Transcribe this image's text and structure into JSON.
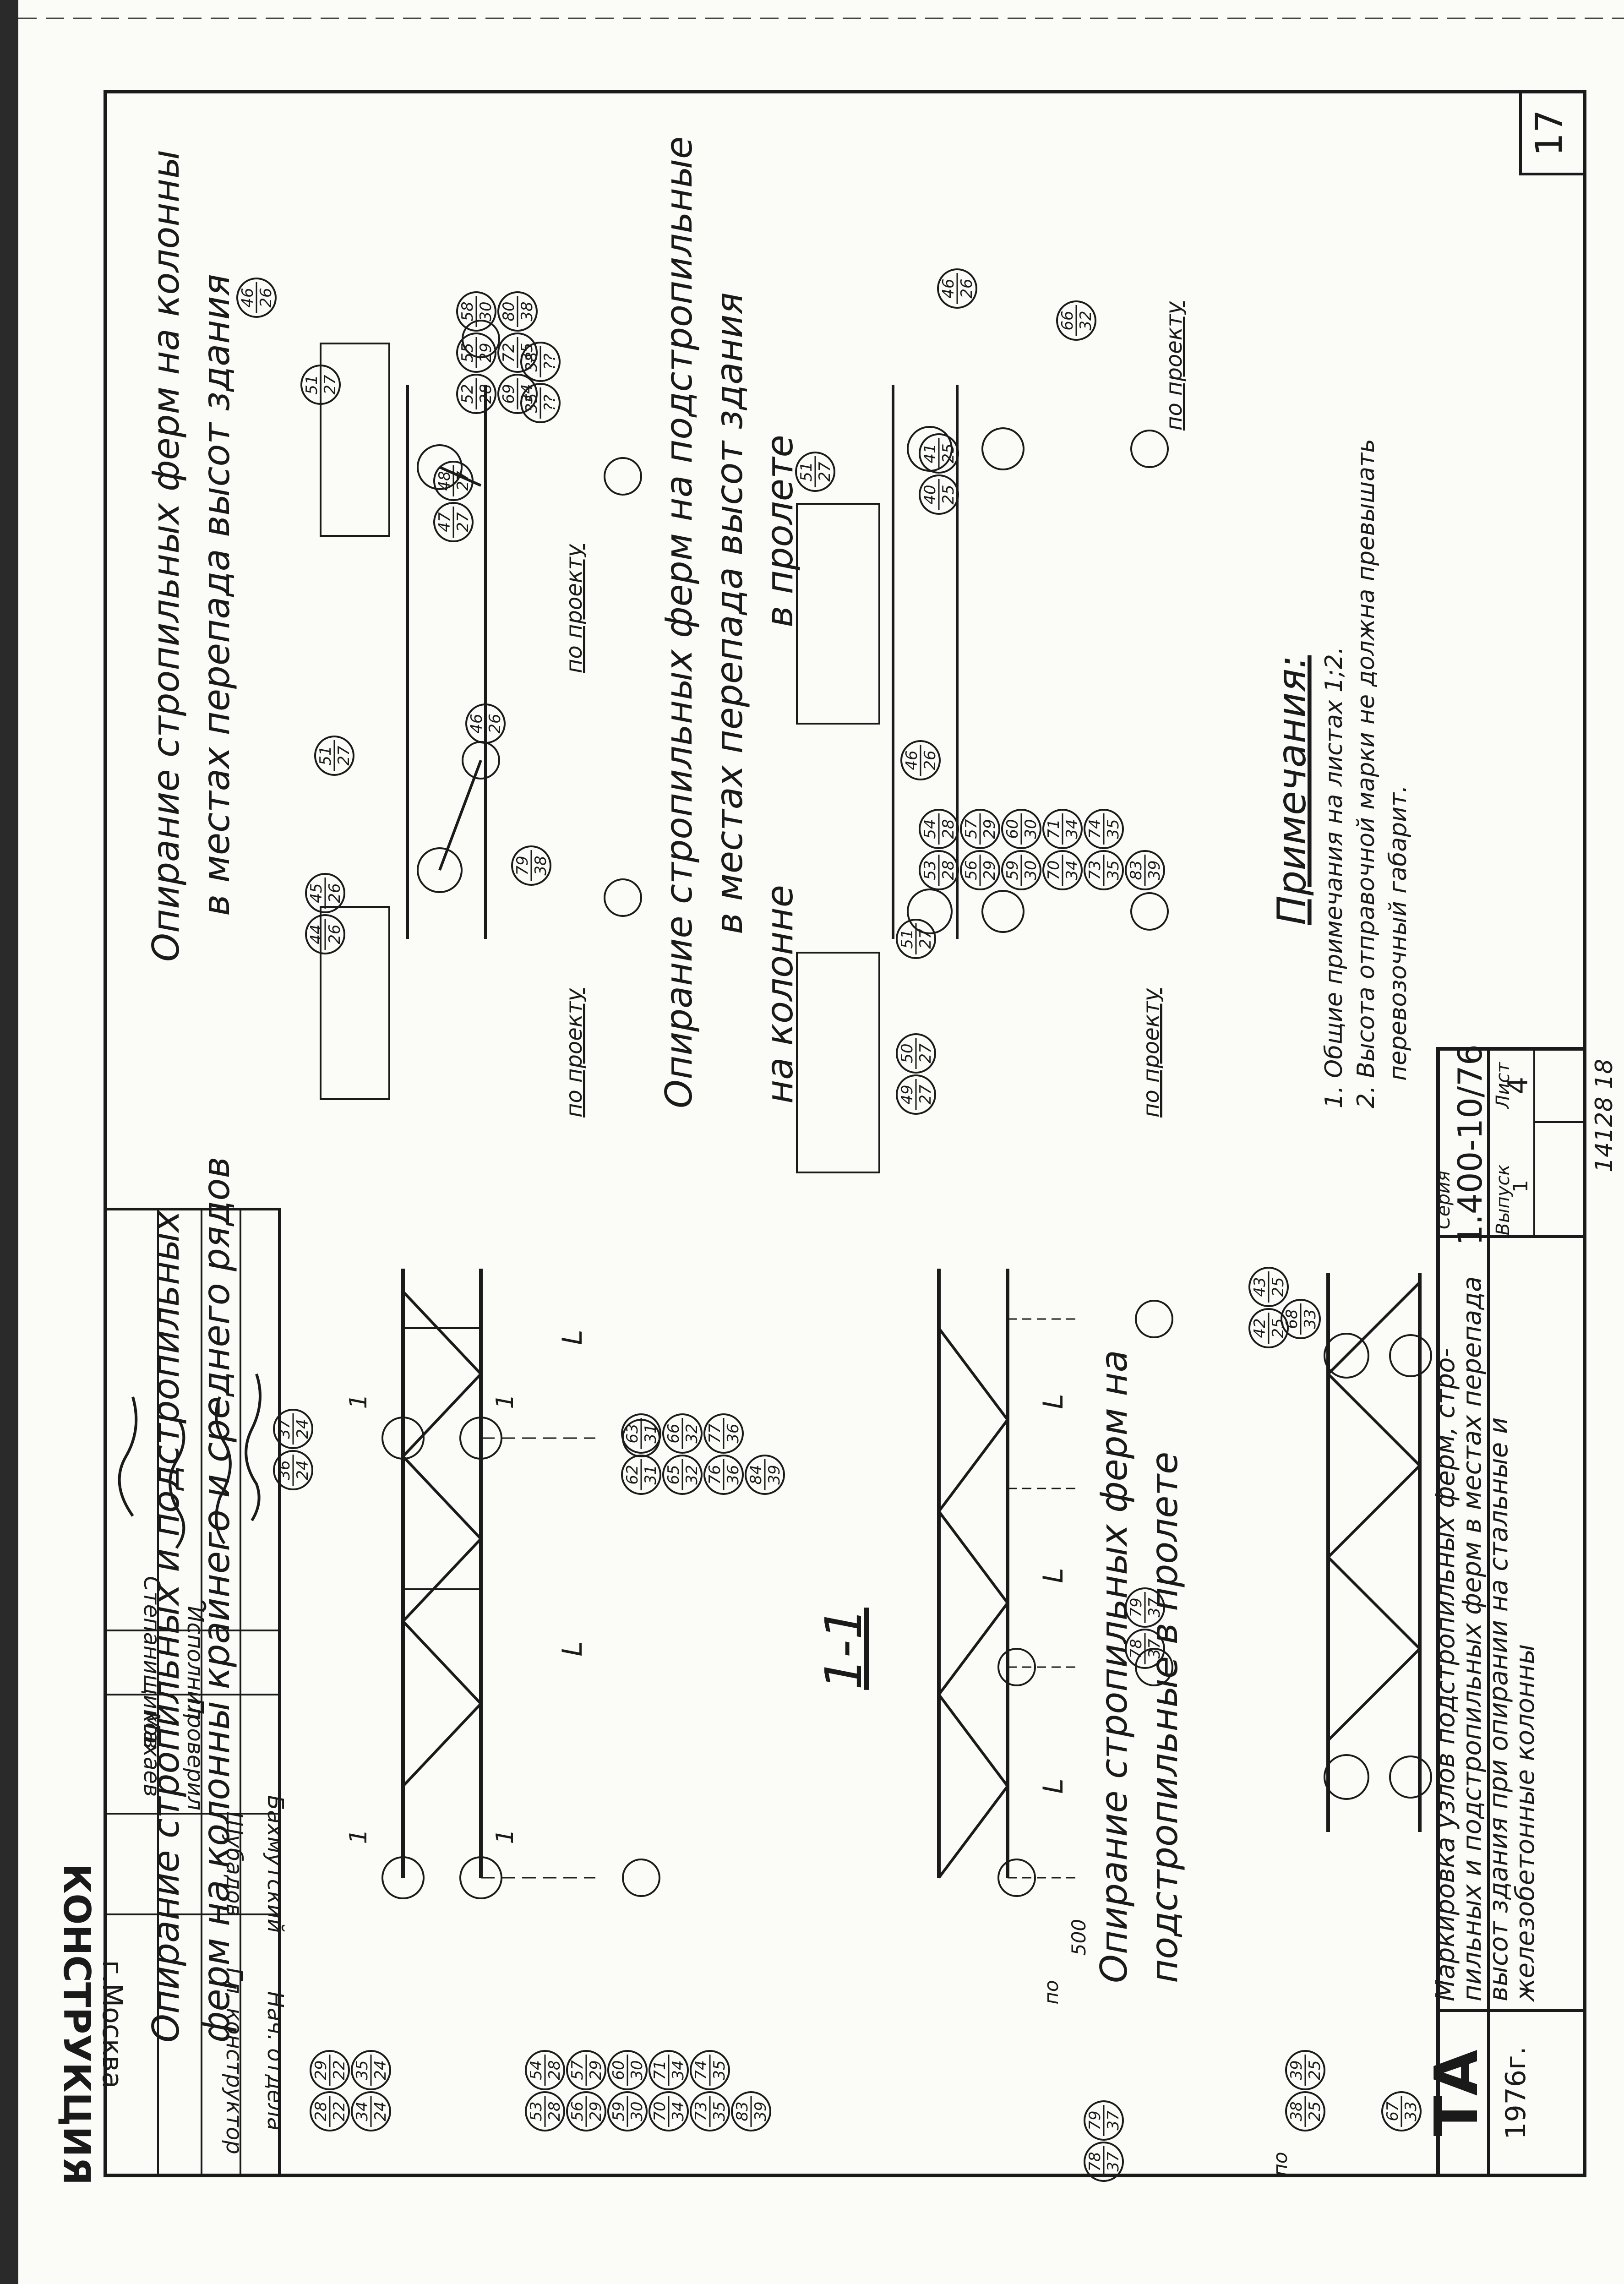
{
  "sheet": {
    "page_number": "17",
    "bottom_numbers": "14128 18"
  },
  "title_block": {
    "org_short": "ТА",
    "year": "1976г.",
    "series_label": "Серия",
    "series_value": "1.400-10/76",
    "issue_label": "Выпуск",
    "issue_value": "1",
    "sheet_label": "Лист",
    "sheet_value": "4",
    "title_lines": [
      "Маркировка узлов подстропильных ферм, стро-",
      "пильных и подстропильных ферм в местах перепада",
      "высот здания при опирании на стальные и",
      "железобетонные колонны"
    ]
  },
  "side_stamp": {
    "org": "КОНСТРУКЦИЯ",
    "city": "г.Москва",
    "rows": [
      {
        "role": "Нач. отдела",
        "name": "Бахмутский"
      },
      {
        "role": "Гл. конструктор",
        "name": "Шубадов"
      },
      {
        "role": "Проверил",
        "name": "Исполнил"
      },
      {
        "role": "Махаев",
        "name": "Степанищиков"
      }
    ]
  },
  "headings": {
    "left_top": [
      "Опирание стропильных и подстропильных",
      "ферм на колонны крайнего и среднего рядов"
    ],
    "section": "1-1",
    "left_bottom": [
      "Опирание стропильных ферм на",
      "подстропильные в пролете"
    ],
    "right_top": [
      "Опирание стропильных ферм на колонны",
      "в местах перепада высот здания"
    ],
    "right_mid": [
      "Опирание стропильных ферм на подстропильные",
      "в местах перепада высот здания",
      "на колонне",
      "в пролете"
    ]
  },
  "labels": {
    "l_dim": "L",
    "cut_mark": "1",
    "po_proektu": "по проекту",
    "dim_500": "500",
    "po": "по"
  },
  "notes": {
    "title": "Примечания:",
    "items": [
      "1. Общие примечания на листах 1;2.",
      "2. Высота отправочной марки не должна превышать",
      "перевозочный габарит."
    ]
  },
  "markers": {
    "a": [
      [
        "28",
        "22"
      ],
      [
        "29",
        "22"
      ],
      [
        "34",
        "24"
      ],
      [
        "35",
        "24"
      ]
    ],
    "b": [
      [
        "53",
        "28"
      ],
      [
        "54",
        "28"
      ],
      [
        "56",
        "29"
      ],
      [
        "57",
        "29"
      ],
      [
        "59",
        "30"
      ],
      [
        "60",
        "30"
      ],
      [
        "70",
        "34"
      ],
      [
        "71",
        "34"
      ],
      [
        "73",
        "35"
      ],
      [
        "74",
        "35"
      ],
      [
        "83",
        "39"
      ]
    ],
    "c": [
      [
        "36",
        "24"
      ],
      [
        "37",
        "24"
      ]
    ],
    "d": [
      [
        "62",
        "31"
      ],
      [
        "63",
        "31"
      ],
      [
        "65",
        "32"
      ],
      [
        "66",
        "32"
      ],
      [
        "76",
        "36"
      ],
      [
        "77",
        "36"
      ],
      [
        "84",
        "39"
      ]
    ],
    "e": [
      [
        "78",
        "37"
      ],
      [
        "79",
        "37"
      ]
    ],
    "f": [
      [
        "78",
        "37"
      ],
      [
        "79",
        "37"
      ]
    ],
    "g": [
      [
        "38",
        "25"
      ],
      [
        "39",
        "25"
      ]
    ],
    "h": [
      [
        "67",
        "33"
      ]
    ],
    "i": [
      [
        "42",
        "25"
      ],
      [
        "43",
        "25"
      ]
    ],
    "j": [
      [
        "68",
        "33"
      ]
    ],
    "k": [
      [
        "44",
        "26"
      ],
      [
        "45",
        "26"
      ]
    ],
    "l": [
      [
        "51",
        "27"
      ]
    ],
    "m": [
      [
        "46",
        "26"
      ]
    ],
    "n": [
      [
        "79",
        "38"
      ]
    ],
    "o": [
      [
        "47",
        "27"
      ],
      [
        "48",
        "27"
      ]
    ],
    "p": [
      [
        "51",
        "27"
      ]
    ],
    "q": [
      [
        "46",
        "26"
      ]
    ],
    "r": [
      [
        "52",
        "28"
      ],
      [
        "55",
        "29"
      ],
      [
        "58",
        "30"
      ],
      [
        "69",
        "34"
      ],
      [
        "72",
        "35"
      ],
      [
        "80",
        "38"
      ]
    ],
    "r2": [
      [
        "35",
        "??"
      ],
      [
        "38",
        "??"
      ]
    ],
    "s": [
      [
        "49",
        "27"
      ],
      [
        "50",
        "27"
      ]
    ],
    "t": [
      [
        "51",
        "27"
      ]
    ],
    "u": [
      [
        "46",
        "26"
      ]
    ],
    "v": [
      [
        "53",
        "28"
      ],
      [
        "54",
        "28"
      ],
      [
        "56",
        "29"
      ],
      [
        "57",
        "29"
      ],
      [
        "59",
        "30"
      ],
      [
        "60",
        "30"
      ],
      [
        "70",
        "34"
      ],
      [
        "71",
        "34"
      ],
      [
        "73",
        "35"
      ],
      [
        "74",
        "35"
      ],
      [
        "83",
        "39"
      ]
    ],
    "w": [
      [
        "40",
        "25"
      ],
      [
        "41",
        "25"
      ]
    ],
    "x": [
      [
        "51",
        "27"
      ]
    ],
    "y": [
      [
        "46",
        "26"
      ]
    ],
    "z": [
      [
        "66",
        "32"
      ]
    ]
  },
  "colors": {
    "ink": "#1a1a1a",
    "paper": "#fbfbf8"
  }
}
